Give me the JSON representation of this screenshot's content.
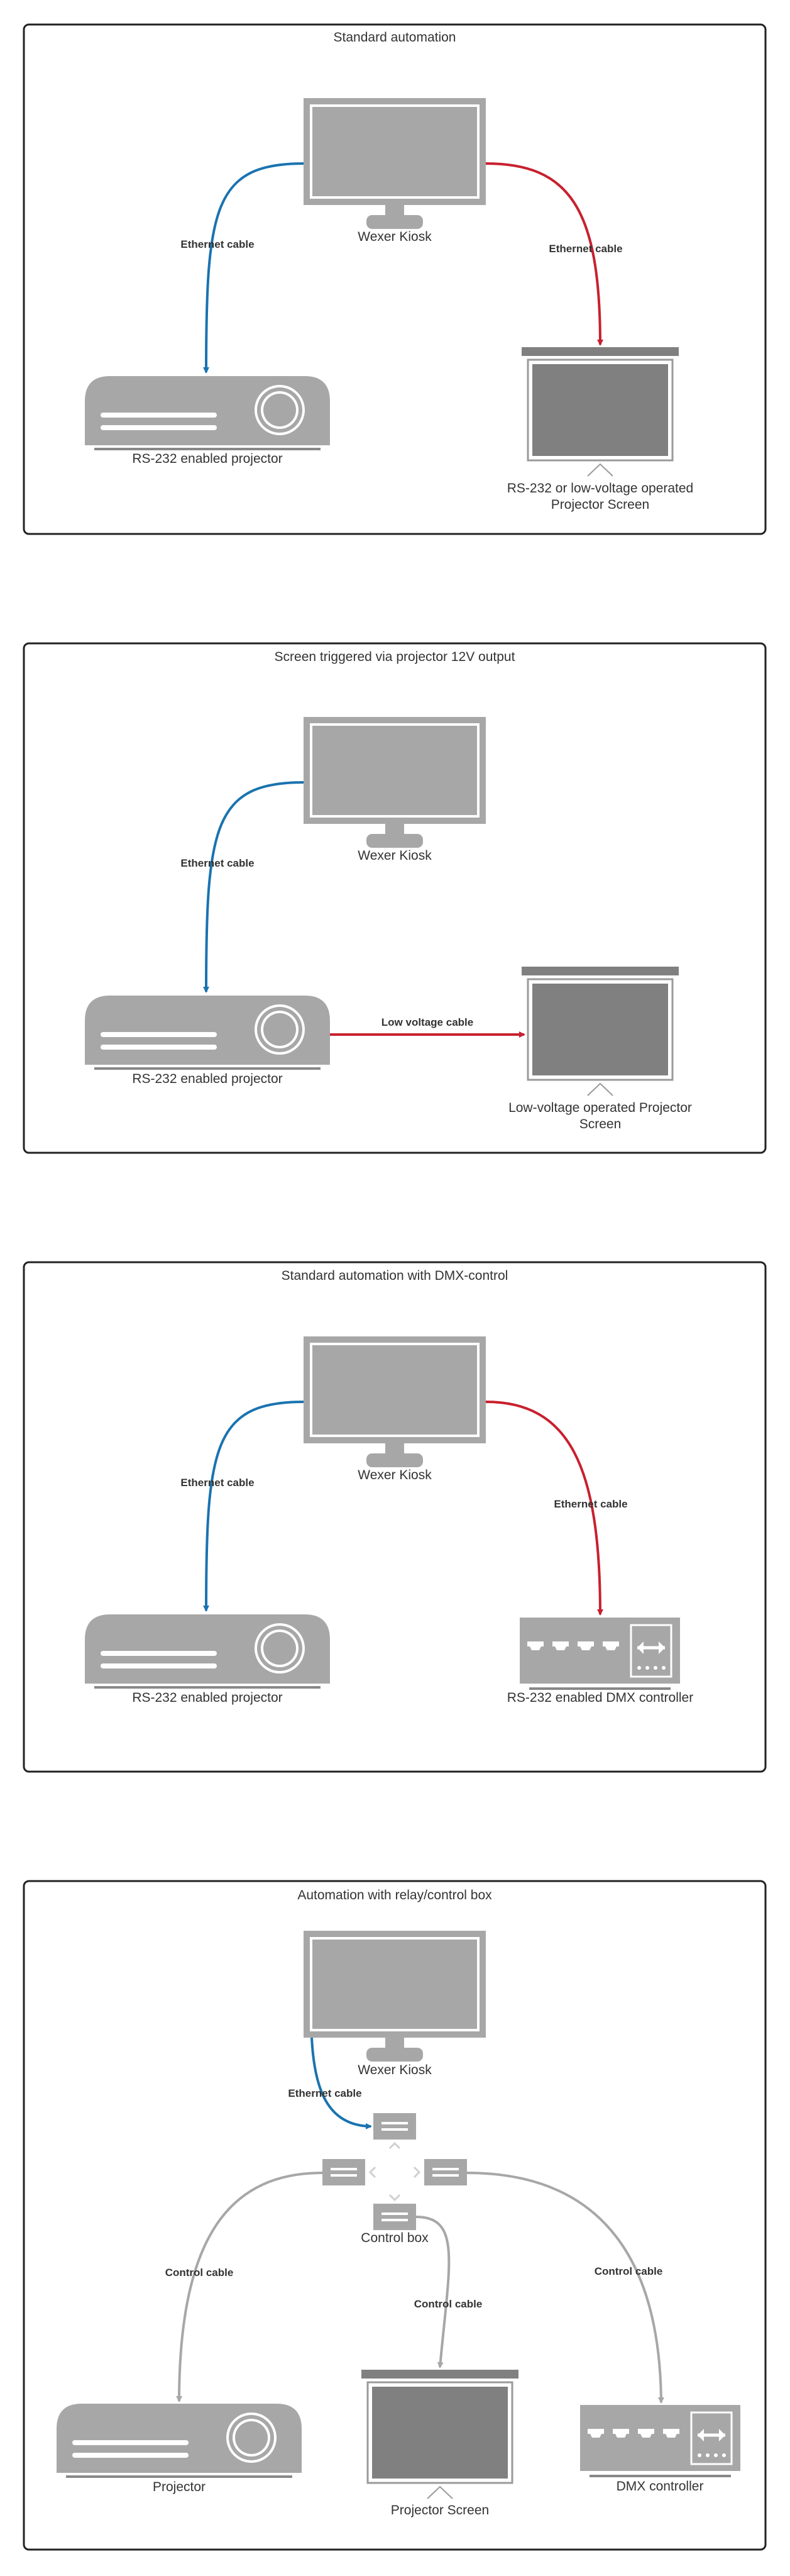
{
  "sections": [
    {
      "title": "Standard automation",
      "kiosk": "Wexer Kiosk",
      "left_device": "RS-232 enabled projector",
      "right_device": [
        "RS-232 or low-voltage operated",
        "Projector Screen"
      ],
      "left_edge": "Ethernet cable",
      "right_edge": "Ethernet cable"
    },
    {
      "title": "Screen triggered via projector 12V output",
      "kiosk": "Wexer Kiosk",
      "left_device": "RS-232 enabled projector",
      "right_device": [
        "Low-voltage operated Projector",
        "Screen"
      ],
      "left_edge": "Ethernet cable",
      "right_edge": "Low voltage cable"
    },
    {
      "title": "Standard automation with DMX-control",
      "kiosk": "Wexer Kiosk",
      "left_device": "RS-232 enabled projector",
      "right_device": "RS-232 enabled DMX controller",
      "left_edge": "Ethernet cable",
      "right_edge": "Ethernet cable"
    },
    {
      "title": "Automation with relay/control box",
      "kiosk": "Wexer Kiosk",
      "hub": "Control box",
      "top_edge": "Ethernet cable",
      "left_device": "Projector",
      "center_device": "Projector Screen",
      "right_device": "DMX controller",
      "left_edge": "Control cable",
      "center_edge": "Control cable",
      "right_edge": "Control cable"
    }
  ],
  "colors": {
    "ethernet_blue": "#1a73b0",
    "cable_red": "#c8202f",
    "control_grey": "#a7a7a7",
    "device_grey": "#a7a7a7",
    "screen_dark": "#808080"
  },
  "icons": [
    "monitor-icon",
    "projector-icon",
    "projector-screen-icon",
    "dmx-controller-icon",
    "control-box-icon"
  ]
}
